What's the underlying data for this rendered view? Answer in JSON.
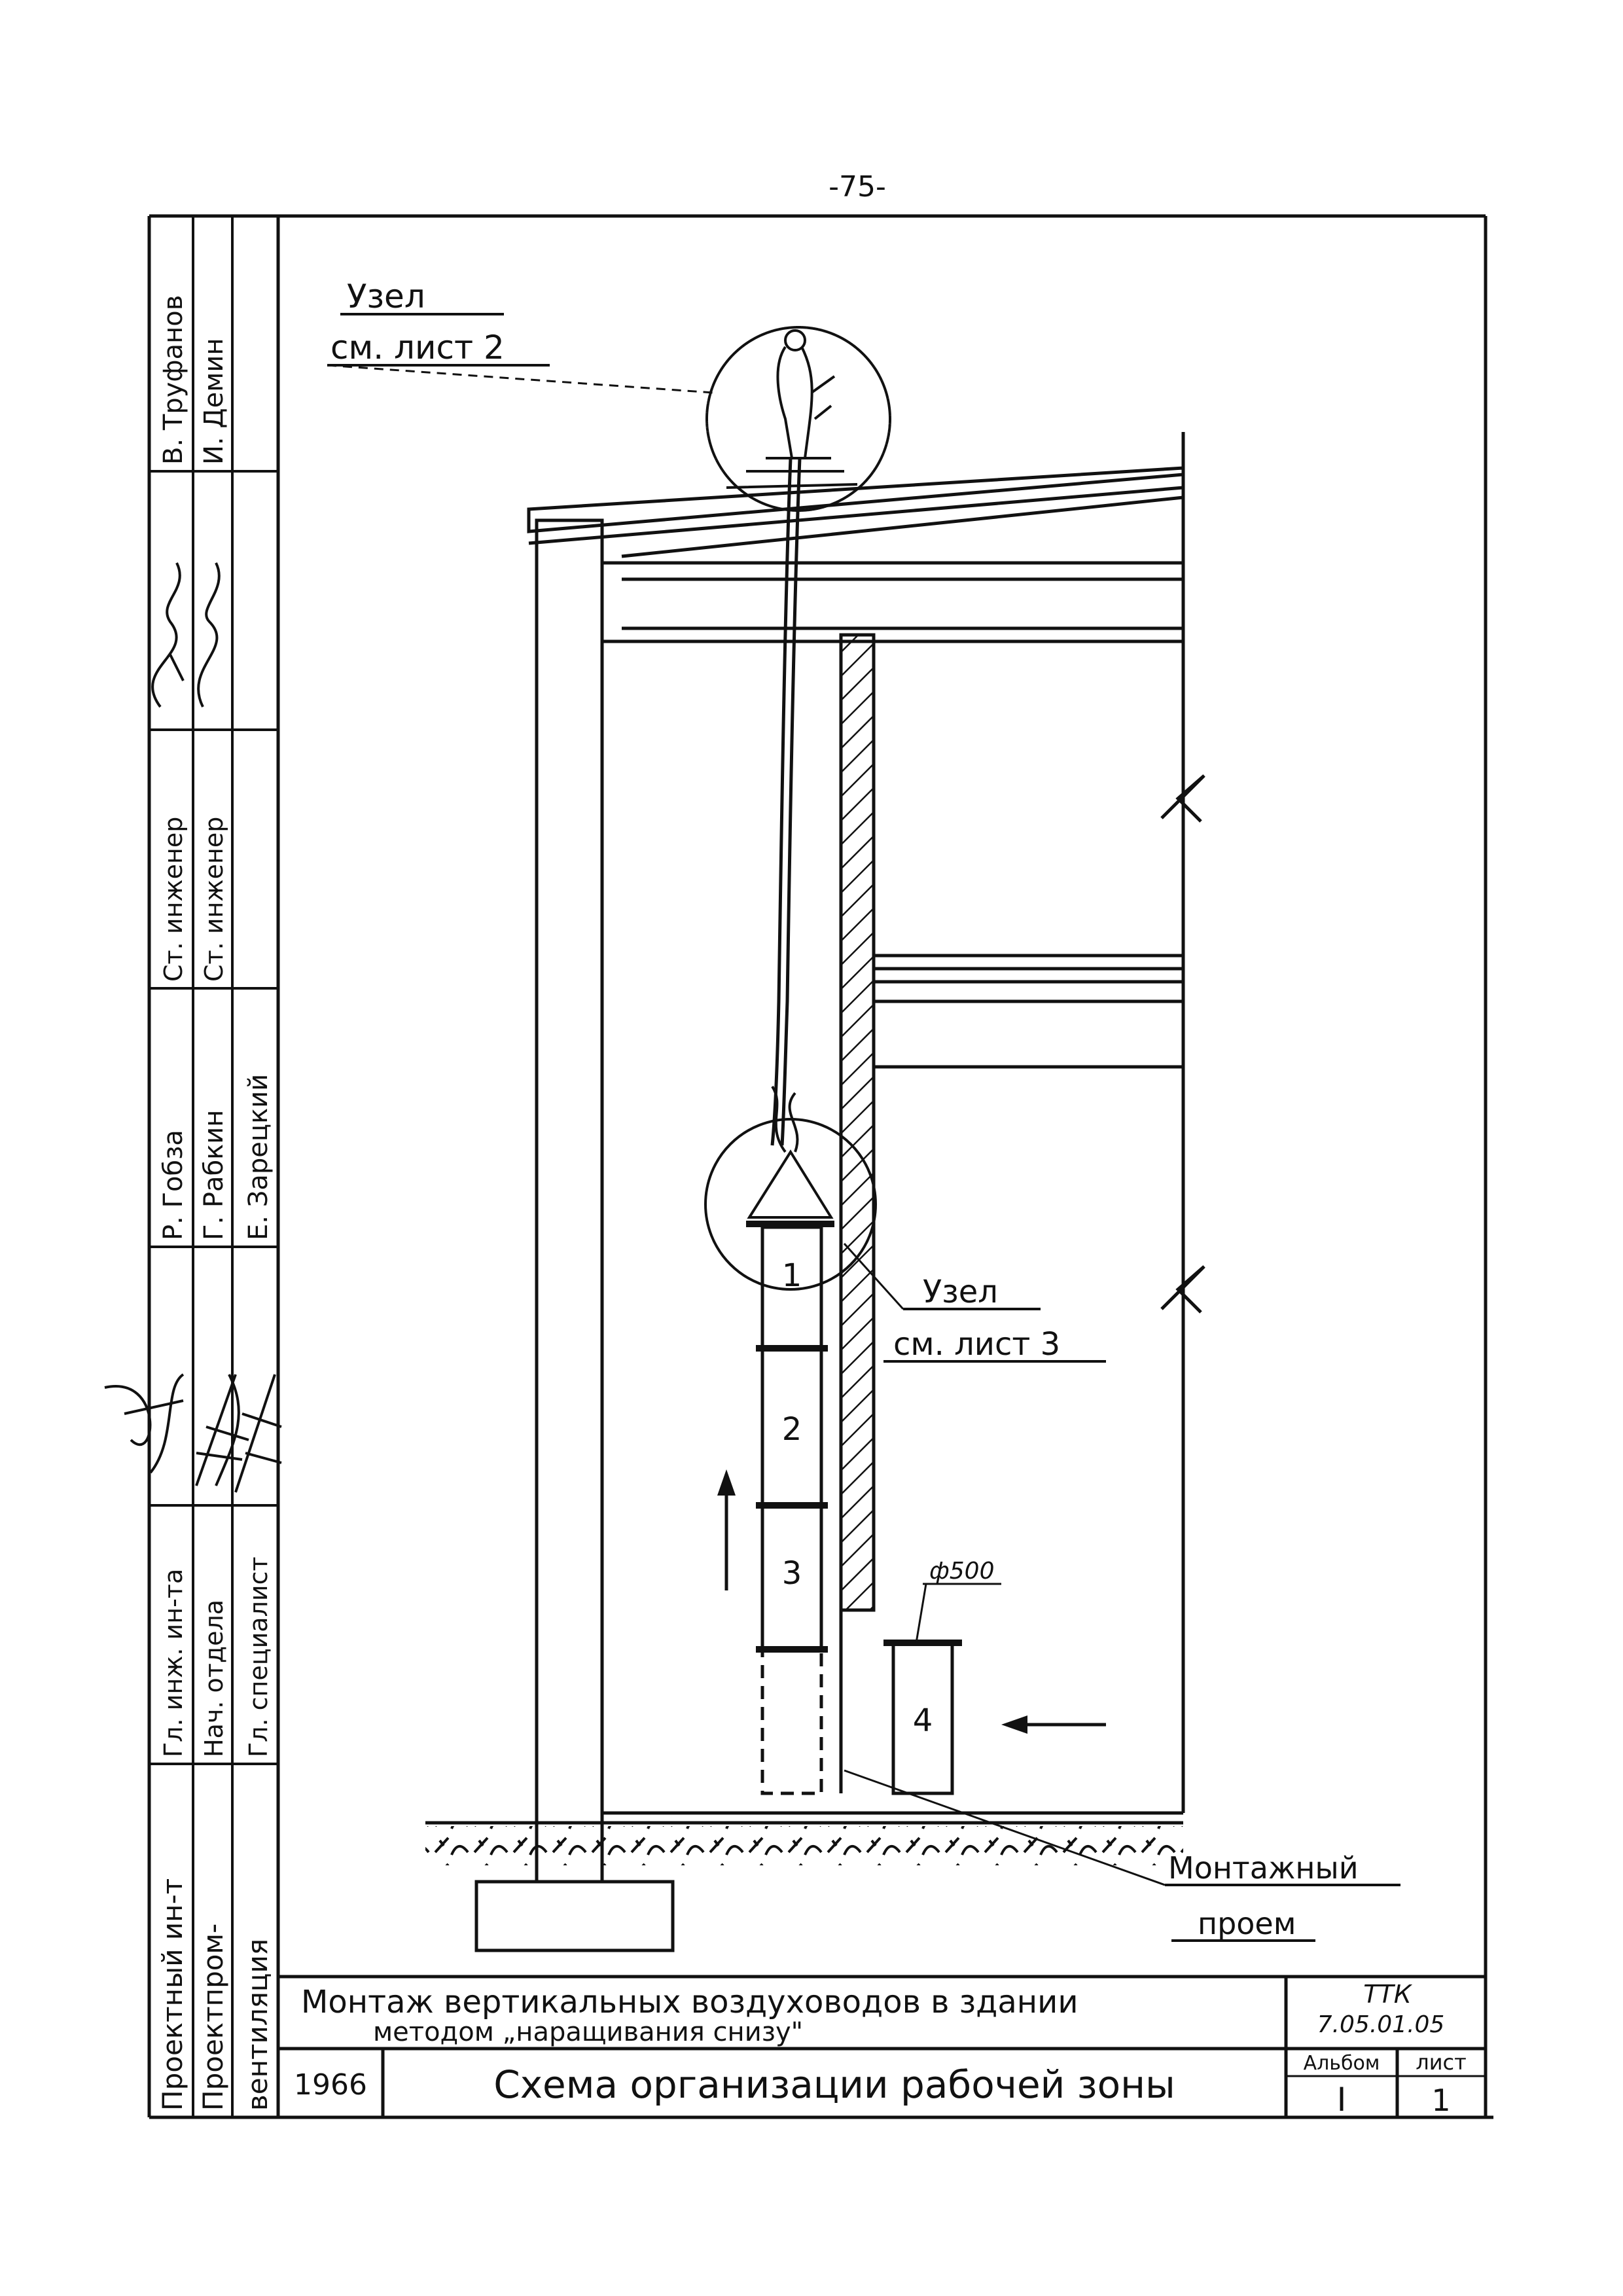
{
  "page_number": "-75-",
  "side_stamp": {
    "org_line1": "Проектный ин-т",
    "org_line2": "Проектпром-",
    "org_line3": "вентиляция",
    "roles": [
      "Гл. инж. ин-та",
      "Нач. отдела",
      "Гл. специалист",
      "Ст. инженер",
      "Ст. инженер"
    ],
    "names": [
      "Р. Гобза",
      "Г. Рабкин",
      "Е. Зарецкий",
      "В. Труфанов",
      "И. Демин"
    ]
  },
  "callouts": {
    "node_top_title": "Узел",
    "node_top_ref": "см. лист 2",
    "node_bottom_title": "Узел",
    "node_bottom_ref": "см. лист 3",
    "opening_line1": "Монтажный",
    "opening_line2": "проем",
    "diameter": "ф500"
  },
  "segments": [
    "1",
    "2",
    "3",
    "4"
  ],
  "title_block": {
    "title_line1": "Монтаж вертикальных воздуховодов в здании",
    "title_line2": "методом „наращивания снизу\"",
    "code_prefix": "ТТК",
    "code": "7.05.01.05",
    "year": "1966",
    "sheet_title": "Схема организации рабочей зоны",
    "album_label": "Альбом",
    "album_value": "I",
    "sheet_label": "лист",
    "sheet_value": "1"
  }
}
